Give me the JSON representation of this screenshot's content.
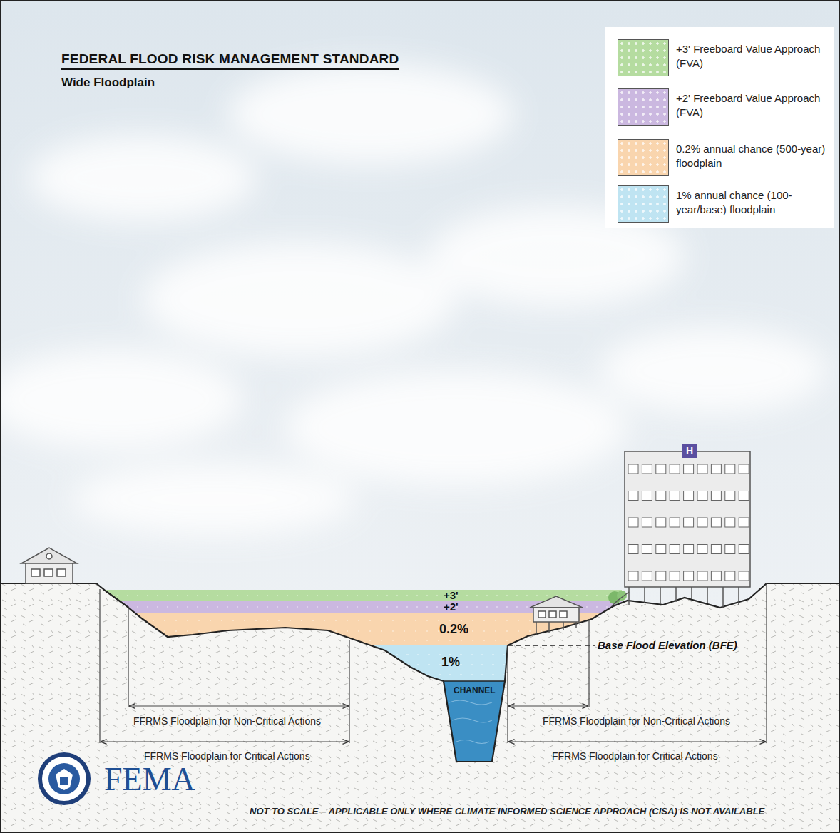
{
  "diagram": {
    "title": "FEDERAL FLOOD RISK MANAGEMENT STANDARD",
    "labels": [
      "Wide Floodplain",
      "H",
      "+3'",
      "+2'",
      "0.2%",
      "1%",
      "CHANNEL",
      "Base Flood Elevation (BFE)",
      "FFRMS Floodplain for Non-Critical Actions",
      "FFRMS Floodplain for Non-Critical Actions",
      "FFRMS Floodplain for Critical Actions",
      "FFRMS Floodplain for Critical Actions",
      "FEMA",
      "NOT TO SCALE – APPLICABLE ONLY WHERE CLIMATE INFORMED SCIENCE APPROACH (CISA) IS NOT AVAILABLE"
    ],
    "legend": [
      {
        "text": "+3' Freeboard Value Approach (FVA)",
        "color": "#b5dca0"
      },
      {
        "text": "+2' Freeboard Value Approach (FVA)",
        "color": "#cbb8e0"
      },
      {
        "text": "0.2% annual chance (500-year) floodplain",
        "color": "#f9d5ae"
      },
      {
        "text": "1% annual chance (100-year/base) floodplain",
        "color": "#bfe4f2"
      }
    ]
  }
}
